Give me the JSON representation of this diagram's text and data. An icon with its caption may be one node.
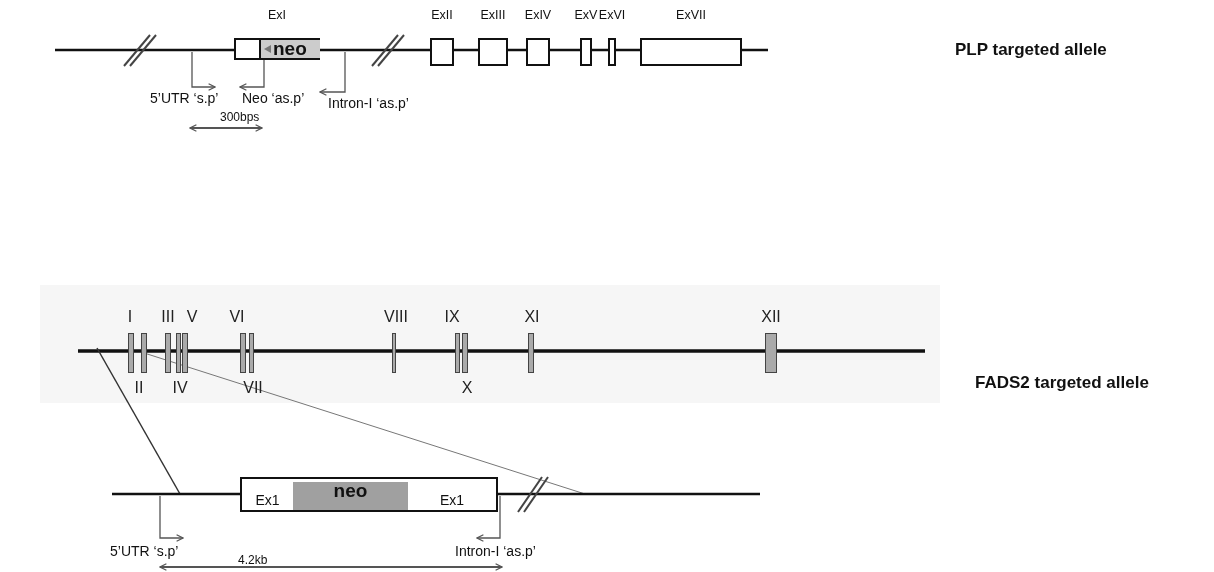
{
  "diagram": {
    "nodes": [
      {
        "text": [
          "ExI"
        ]
      },
      {
        "text": [
          "neo"
        ],
        "in": 0
      },
      {
        "text": [
          "ExII"
        ]
      },
      {
        "text": [
          "ExIII"
        ]
      },
      {
        "text": [
          "ExIV"
        ]
      },
      {
        "text": [
          "ExV"
        ]
      },
      {
        "text": [
          "ExVI"
        ]
      },
      {
        "text": [
          "ExVII"
        ]
      },
      {
        "text": [
          "I"
        ]
      },
      {
        "text": [
          "II"
        ]
      },
      {
        "text": [
          "III"
        ]
      },
      {
        "text": [
          "IV"
        ]
      },
      {
        "text": [
          "V"
        ]
      },
      {
        "text": [
          "VI"
        ]
      },
      {
        "text": [
          "VII"
        ]
      },
      {
        "text": [
          "VIII"
        ]
      },
      {
        "text": [
          "IX"
        ]
      },
      {
        "text": [
          "X"
        ]
      },
      {
        "text": [
          "XI"
        ]
      },
      {
        "text": [
          "XII"
        ]
      },
      {
        "text": [
          "Ex1"
        ]
      },
      {
        "text": [
          "neo"
        ]
      },
      {
        "text": [
          "Ex1"
        ]
      }
    ],
    "edges": [],
    "labels": [
      "5’UTR ‘s.p’",
      "Neo ‘as.p’",
      "Intron-I ‘as.p’",
      "300bps",
      "PLP targeted allele",
      "FADS2 targeted allele",
      "5’UTR ‘s.p’",
      "Intron-I ‘as.p’",
      "4.2kb"
    ]
  }
}
